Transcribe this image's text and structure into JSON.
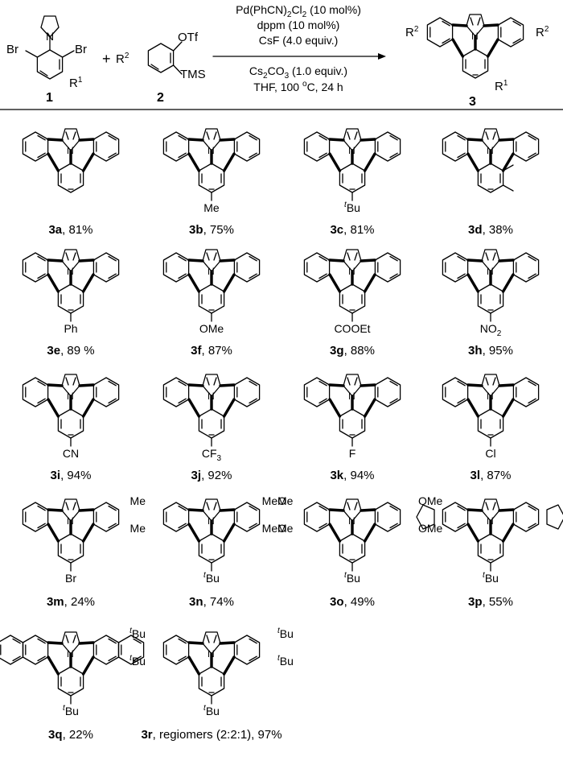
{
  "scheme": {
    "reactant1": {
      "label": "1",
      "sub1": "Br",
      "sub2": "Br",
      "ring_sub": "R",
      "ring_sub_sup": "1",
      "n": "N"
    },
    "plus": "+",
    "reactant2": {
      "label": "2",
      "group": "R",
      "group_sup": "2",
      "otf": "OTf",
      "tms": "TMS"
    },
    "conditions": {
      "line1": {
        "a": "Pd(PhCN)",
        "b": "2",
        "c": "Cl",
        "d": "2",
        "e": " (10 mol%)"
      },
      "line2": "dppm (10 mol%)",
      "line3": "CsF (4.0 equiv.)",
      "line4": {
        "a": "Cs",
        "b": "2",
        "c": "CO",
        "d": "3",
        "e": " (1.0 equiv.)"
      },
      "line5": {
        "a": "THF, 100 ",
        "b": "o",
        "c": "C, 24 h"
      }
    },
    "product": {
      "label": "3",
      "left": "R",
      "left_sup": "2",
      "right": "R",
      "right_sup": "2",
      "core": "R",
      "core_sup": "1",
      "n": "N"
    }
  },
  "compounds": [
    {
      "id": "3a",
      "sep": ", ",
      "yield": "81%",
      "sub": ""
    },
    {
      "id": "3b",
      "sep": ", ",
      "yield": "75%",
      "sub": "Me"
    },
    {
      "id": "3c",
      "sep": ", ",
      "yield": "81%",
      "sub_pre": "t",
      "sub": "Bu"
    },
    {
      "id": "3d",
      "sep": ", ",
      "yield": "38%",
      "sub": ""
    },
    {
      "id": "3e",
      "sep": ", ",
      "yield": "89 %",
      "sub": "Ph"
    },
    {
      "id": "3f",
      "sep": ", ",
      "yield": "87%",
      "sub": "OMe"
    },
    {
      "id": "3g",
      "sep": ", ",
      "yield": "88%",
      "sub": "COOEt"
    },
    {
      "id": "3h",
      "sep": ", ",
      "yield": "95%",
      "sub": "NO",
      "sub_idx": "2"
    },
    {
      "id": "3i",
      "sep": ", ",
      "yield": "94%",
      "sub": "CN"
    },
    {
      "id": "3j",
      "sep": ", ",
      "yield": "92%",
      "sub": "CF",
      "sub_idx": "3"
    },
    {
      "id": "3k",
      "sep": ", ",
      "yield": "94%",
      "sub": "F"
    },
    {
      "id": "3l",
      "sep": ", ",
      "yield": "87%",
      "sub": "Cl"
    },
    {
      "id": "3m",
      "sep": ", ",
      "yield": "24%",
      "sub": "Br"
    },
    {
      "id": "3n",
      "sep": ", ",
      "yield": "74%",
      "sub_pre": "t",
      "sub": "Bu",
      "outer": "Me"
    },
    {
      "id": "3o",
      "sep": ", ",
      "yield": "49%",
      "sub_pre": "t",
      "sub": "Bu",
      "outer": "MeO",
      "outer_r": "OMe"
    },
    {
      "id": "3p",
      "sep": ", ",
      "yield": "55%",
      "sub_pre": "t",
      "sub": "Bu"
    },
    {
      "id": "3q",
      "sep": ", ",
      "yield": "22%",
      "sub_pre": "t",
      "sub": "Bu"
    },
    {
      "id": "3r",
      "sep": ", ",
      "yield": "regiomers (2:2:1), 97%",
      "sub_pre": "t",
      "sub": "Bu",
      "outer_pre": "t",
      "outer": "Bu"
    }
  ]
}
